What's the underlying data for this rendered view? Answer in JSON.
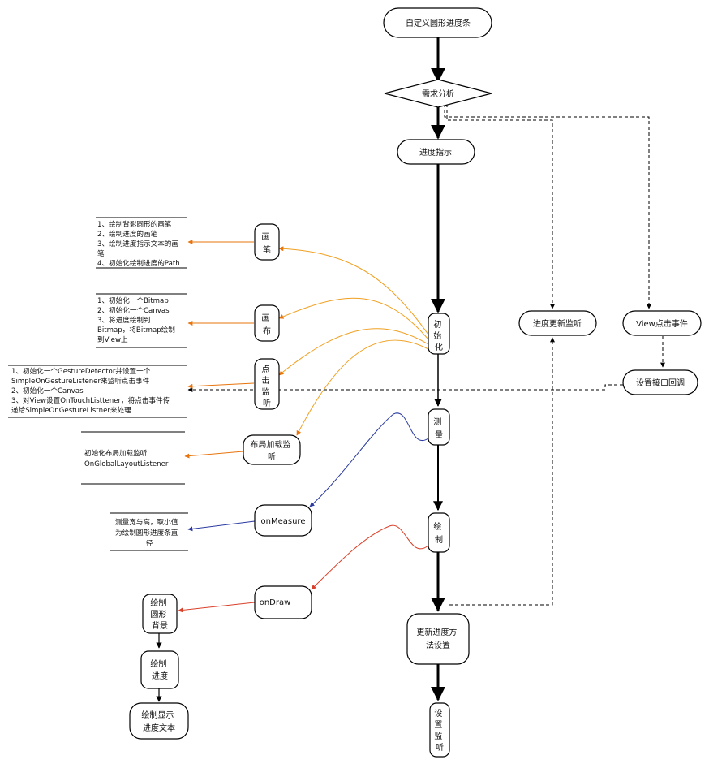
{
  "nodes": {
    "start": "自定义圆形进度条",
    "analysis": "需求分析",
    "indicator": "进度指示",
    "init": [
      "初",
      "始",
      "化"
    ],
    "measure": [
      "测",
      "量"
    ],
    "draw": [
      "绘",
      "制"
    ],
    "update_method": [
      "更新进度方",
      "法设置"
    ],
    "set_listener": [
      "设",
      "置",
      "监",
      "听"
    ],
    "progress_listener": "进度更新监听",
    "view_click": "View点击事件",
    "callback": "设置接口回调",
    "paint": [
      "画",
      "笔"
    ],
    "canvas": [
      "画",
      "布"
    ],
    "click_listen": [
      "点",
      "击",
      "监",
      "听"
    ],
    "layout_listen": [
      "布局加载监",
      "听"
    ],
    "on_measure": "onMeasure",
    "on_draw": "onDraw",
    "draw_bg": [
      "绘制",
      "圆形",
      "背景"
    ],
    "draw_progress": [
      "绘制",
      "进度"
    ],
    "draw_text": [
      "绘制显示",
      "进度文本"
    ]
  },
  "notes": {
    "paint": [
      "1、绘制背影圆形的画笔",
      "2、绘制进度的画笔",
      "3、绘制进度指示文本的画",
      "笔",
      "4、初始化绘制进度的Path"
    ],
    "canvas": [
      "1、初始化一个Bitmap",
      "2、初始化一个Canvas",
      "3、将进度绘制到",
      "Bitmap，将Bitmap绘制",
      "到View上"
    ],
    "click": [
      "1、初始化一个GestureDetector并设置一个",
      "SimpleOnGestureListener来监听点击事件",
      "2、初始化一个Canvas",
      "3、对View设置OnTouchListtener，将点击事件传",
      "递给SimpleOnGestureListner来处理"
    ],
    "layout": [
      "初始化布局加载监听",
      "OnGlobalLayoutListener"
    ],
    "measure": [
      "测量宽与高，取小值",
      "为绘制圆形进度条直",
      "径"
    ]
  },
  "colors": {
    "orange": "#f0a020",
    "orange_arrow": "#e8740c",
    "blue": "#2a3aa0",
    "red": "#d9402a",
    "line": "#000000"
  }
}
